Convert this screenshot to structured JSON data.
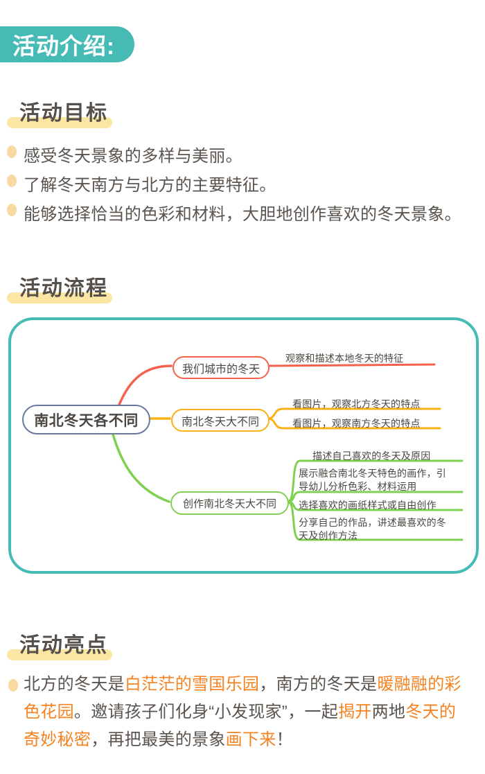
{
  "header": {
    "badge_label": "活动介绍:"
  },
  "sections": {
    "goals": {
      "title": "活动目标",
      "items": [
        "感受冬天景象的多样与美丽。",
        "了解冬天南方与北方的主要特征。",
        "能够选择恰当的色彩和材料，大胆地创作喜欢的冬天景象。"
      ]
    },
    "flow": {
      "title": "活动流程"
    },
    "highlights": {
      "title": "活动亮点",
      "segments": [
        {
          "text": "北方的冬天是",
          "highlight": false
        },
        {
          "text": "白茫茫的雪国乐园",
          "highlight": true
        },
        {
          "text": "，南方的冬天是",
          "highlight": false
        },
        {
          "text": "暖融融的彩色花园",
          "highlight": true
        },
        {
          "text": "。邀请孩子们化身“小发现家”，一起",
          "highlight": false
        },
        {
          "text": "揭开",
          "highlight": true
        },
        {
          "text": "两地",
          "highlight": false
        },
        {
          "text": "冬天的奇妙秘密",
          "highlight": true
        },
        {
          "text": "，再把最美的景象",
          "highlight": false
        },
        {
          "text": "画下来",
          "highlight": true
        },
        {
          "text": "！",
          "highlight": false
        }
      ]
    }
  },
  "mindmap": {
    "root_label": "南北冬天各不同",
    "branches": [
      {
        "label": "我们城市的冬天",
        "color": "#F4624D",
        "children": [
          "观察和描述本地冬天的特征"
        ]
      },
      {
        "label": "南北冬天大不同",
        "color": "#F9B016",
        "children": [
          "看图片，观察北方冬天的特点",
          "看图片，观察南方冬天的特点"
        ]
      },
      {
        "label": "创作南北冬天大不同",
        "color": "#7FD051",
        "children": [
          "描述自己喜欢的冬天及原因",
          "展示融合南北冬天特色的画作，引导幼儿分析色彩、材料运用",
          "选择喜欢的画纸样式或自由创作",
          "分享自己的作品，讲述最喜欢的冬天及创作方法"
        ]
      }
    ]
  },
  "colors": {
    "teal": "#46BBB6",
    "heading_text": "#55504B",
    "body_text": "#5A534E",
    "highlight_bar": "#FBE7A3",
    "bullet_dot": "#F7D9A1",
    "accent_orange": "#F5821F",
    "branch_red": "#F4624D",
    "branch_yellow": "#F9B016",
    "branch_green": "#7FD051",
    "root_border": "#68799F"
  }
}
